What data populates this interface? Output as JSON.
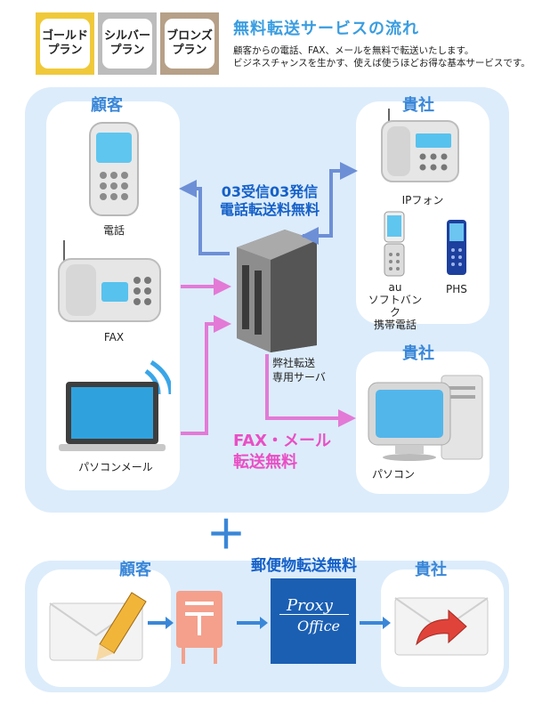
{
  "plans": [
    {
      "label": "ゴールド\nプラン",
      "color": "#f0c93a"
    },
    {
      "label": "シルバー\nプラン",
      "color": "#bcbcbc"
    },
    {
      "label": "ブロンズ\nプラン",
      "color": "#b6a088"
    }
  ],
  "header": {
    "title": "無料転送サービスの流れ",
    "description": "顧客からの電話、FAX、メールを無料で転送いたします。\nビジネスチャンスを生かす、使えば使うほどお得な基本サービスです。"
  },
  "flow": {
    "customer_heading": "顧客",
    "company_heading": "貴社",
    "company_heading_2": "貴社",
    "devices": {
      "phone": "電話",
      "fax": "FAX",
      "pc_mail": "パソコンメール"
    },
    "phone_forward_note": "03受信03発信\n電話転送料無料",
    "fax_mail_note": "FAX・メール\n転送無料",
    "server_label": "弊社転送\n専用サーバ",
    "company_devices": {
      "ip_phone": "IPフォン",
      "mobile": "au\nソフトバンク\n携帯電話",
      "phs": "PHS",
      "pc": "パソコン"
    }
  },
  "plus": "＋",
  "mail": {
    "customer_heading": "顧客",
    "company_heading": "貴社",
    "free_label": "郵便物転送無料",
    "logo_line1": "Proxy",
    "logo_line2": "Office"
  },
  "colors": {
    "blue_arrow": "#6d8fd6",
    "pink_arrow": "#e37ad6",
    "panel": "#dcecfb",
    "heading": "#3a87d8"
  }
}
